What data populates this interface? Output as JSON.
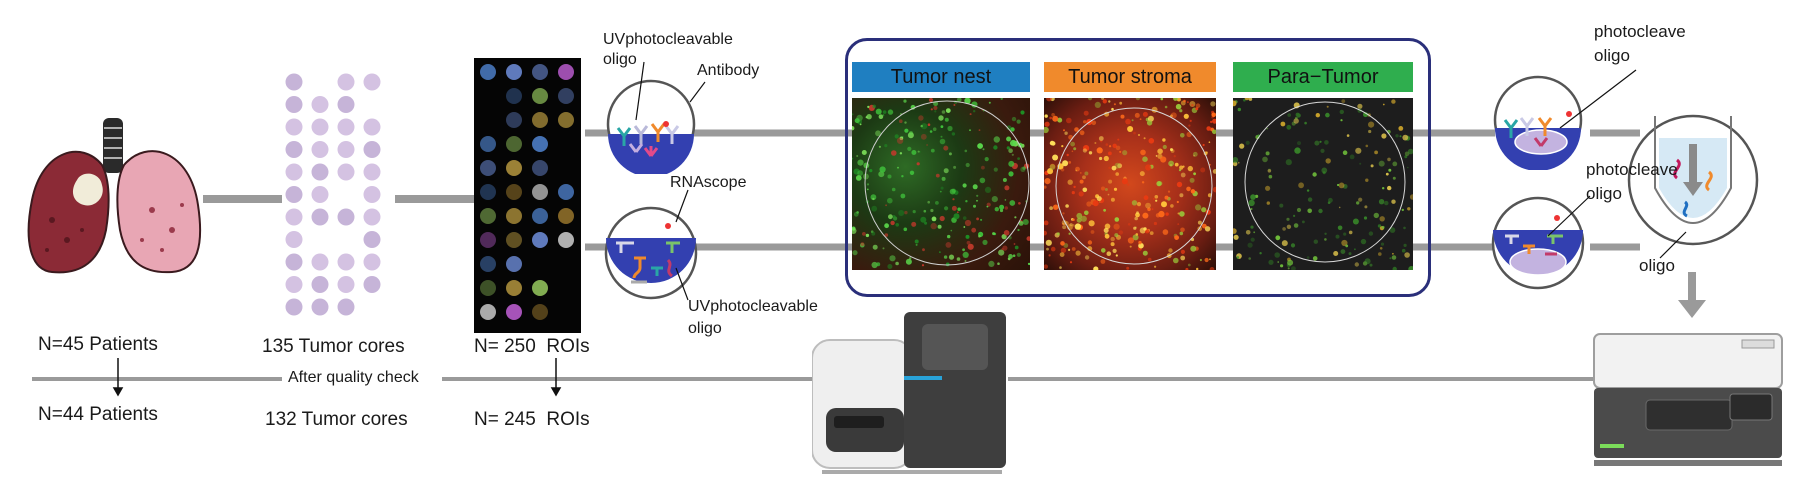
{
  "colors": {
    "tumor_nest": "#1f7fc1",
    "tumor_stroma": "#f08a2c",
    "para_tumor": "#2fae4e",
    "frame": "#2a2f7a",
    "line": "#9a9a9a",
    "well": "#3340b0"
  },
  "cohort": {
    "patients_before": "N=45 Patients",
    "patients_after": "N=44 Patients",
    "cores_before": "135 Tumor cores",
    "cores_after": "132 Tumor cores",
    "rois_before": "N= 250  ROIs",
    "rois_after": "N= 245  ROIs",
    "qc_label": "After quality check"
  },
  "probes_left": {
    "uv_oligo_top": "UVphotocleavable\noligo",
    "antibody": "Antibody",
    "rnascope": "RNAscope",
    "uv_oligo_bottom": "UVphotocleavable\noligo"
  },
  "roi_panels": [
    {
      "label": "Tumor nest",
      "color_key": "tumor_nest"
    },
    {
      "label": "Tumor stroma",
      "color_key": "tumor_stroma"
    },
    {
      "label": "Para−Tumor",
      "color_key": "para_tumor"
    }
  ],
  "probes_right": {
    "photocleave_top": "photocleave\noligo",
    "photocleave_mid": "photocleave\noligo",
    "oligo": "oligo"
  },
  "icons": [
    "lungs-icon",
    "tissue-microarray-icon",
    "fluorescence-slide-icon",
    "antibody-well-icon",
    "rnascope-well-icon",
    "sequencer-icon",
    "counter-instrument-icon",
    "collection-tube-icon"
  ]
}
